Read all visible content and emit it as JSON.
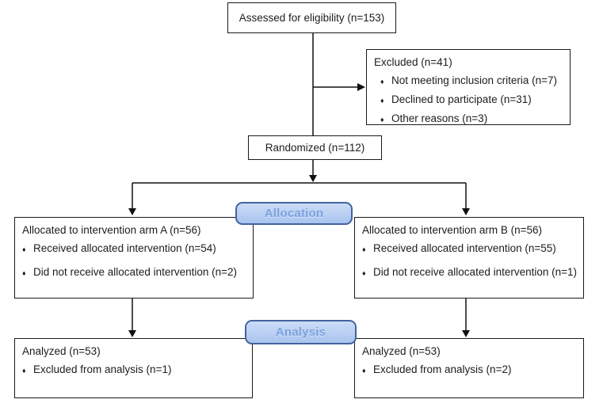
{
  "diagram": {
    "bullet_glyph": "♦",
    "colors": {
      "banner_fill": "#bdd1f3",
      "banner_fill_dark": "#a9c4ee",
      "banner_border": "#44639f",
      "banner_text": "#7aa2dd",
      "line_color": "#111111",
      "box_border": "#1a1a1a",
      "text_color": "#1c1c1c"
    },
    "assessed": {
      "label": "Assessed for eligibility (n=153)"
    },
    "excluded": {
      "title": "Excluded (n=41)",
      "items": [
        "Not meeting inclusion criteria (n=7)",
        "Declined to participate (n=31)",
        "Other reasons (n=3)"
      ]
    },
    "randomized": {
      "label": "Randomized (n=112)"
    },
    "banners": {
      "allocation": "Allocation",
      "analysis": "Analysis"
    },
    "arm_a": {
      "title": "Allocated to intervention arm A (n=56)",
      "items": [
        "Received allocated intervention (n=54)",
        "Did not receive allocated intervention (n=2)"
      ]
    },
    "arm_b": {
      "title": "Allocated to intervention arm B (n=56)",
      "items": [
        "Received allocated intervention (n=55)",
        "Did not receive allocated intervention (n=1)"
      ]
    },
    "analysis_a": {
      "title": "Analyzed (n=53)",
      "items": [
        "Excluded from analysis (n=1)"
      ]
    },
    "analysis_b": {
      "title": "Analyzed (n=53)",
      "items": [
        "Excluded from analysis (n=2)"
      ]
    }
  }
}
